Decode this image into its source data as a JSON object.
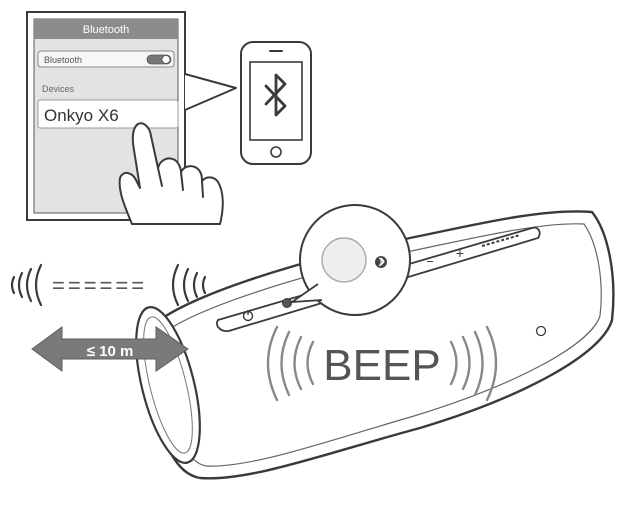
{
  "phone_settings": {
    "header_title": "Bluetooth",
    "bluetooth_label": "Bluetooth",
    "toggle_state": "on",
    "devices_label": "Devices",
    "device_name": "Onkyo X6"
  },
  "phone_icon": {
    "icon": "bluetooth-icon"
  },
  "range_label": "≤ 10 m",
  "signal_dashes": "======",
  "beep_text": "BEEP",
  "speaker": {
    "panel_minus": "−",
    "panel_plus": "+"
  },
  "colors": {
    "line": "#3a3a3a",
    "screen_bg": "#e3e3e3",
    "header_bg": "#8c8c8c",
    "arrow": "#7a7a7a",
    "beep": "#4a4a4a"
  }
}
